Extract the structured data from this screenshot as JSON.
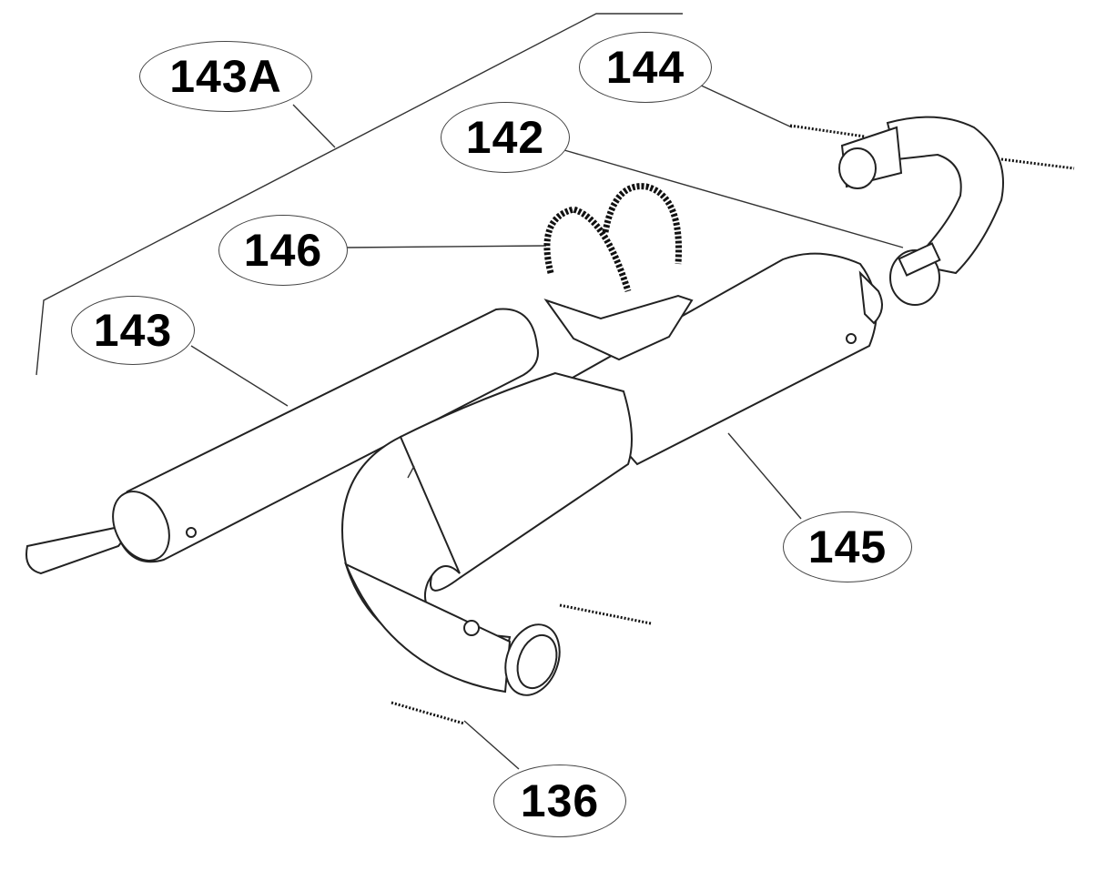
{
  "callouts": {
    "c143A": "143A",
    "c144": "144",
    "c142": "142",
    "c146": "146",
    "c143": "143",
    "c145": "145",
    "c136": "136"
  }
}
